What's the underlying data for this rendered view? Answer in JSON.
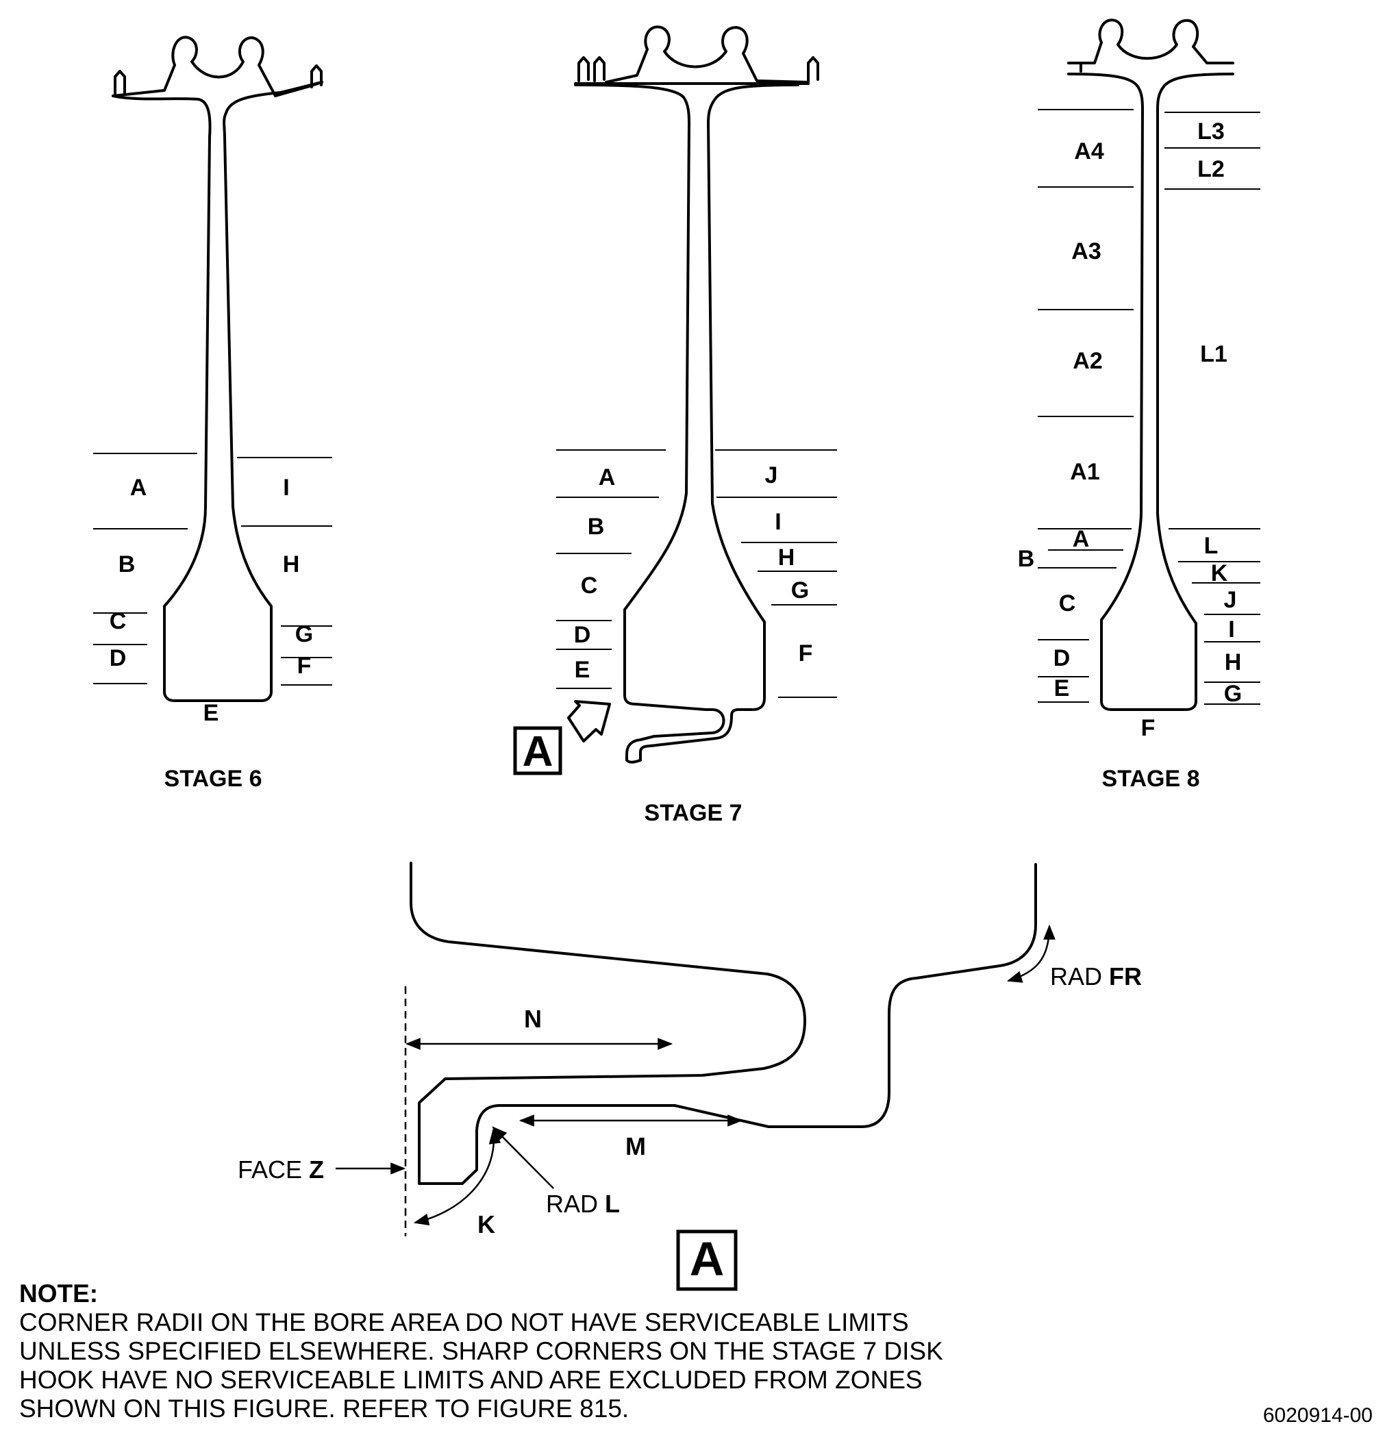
{
  "stages": [
    {
      "title": "STAGE 6",
      "left_zones": [
        "A",
        "B",
        "C",
        "D"
      ],
      "right_zones": [
        "I",
        "H",
        "G",
        "F"
      ],
      "bottom_zone": "E"
    },
    {
      "title": "STAGE 7",
      "left_zones": [
        "A",
        "B",
        "C",
        "D",
        "E"
      ],
      "right_zones": [
        "J",
        "I",
        "H",
        "G",
        "F"
      ],
      "view_marker": "A"
    },
    {
      "title": "STAGE 8",
      "left_zones": [
        "A4",
        "A3",
        "A2",
        "A1",
        "A",
        "B",
        "C",
        "D",
        "E"
      ],
      "right_zones": [
        "L3",
        "L2",
        "L1",
        "L",
        "K",
        "J",
        "I",
        "H",
        "G"
      ],
      "bottom_zone": "F"
    }
  ],
  "detail_a": {
    "title": "A",
    "dimensions": {
      "n": "N",
      "m": "M",
      "k": "K"
    },
    "callouts": {
      "face_prefix": "FACE",
      "face_id": "Z",
      "rad_l_prefix": "RAD",
      "rad_l_id": "L",
      "rad_fr_prefix": "RAD",
      "rad_fr_id": "FR"
    }
  },
  "note": {
    "heading": "NOTE:",
    "text": "CORNER RADII ON THE BORE AREA DO NOT HAVE SERVICEABLE LIMITS\nUNLESS SPECIFIED ELSEWHERE. SHARP CORNERS ON THE STAGE 7 DISK\nHOOK HAVE NO SERVICEABLE LIMITS AND ARE EXCLUDED FROM ZONES\nSHOWN ON THIS FIGURE. REFER TO FIGURE 815."
  },
  "figure_id": "6020914-00"
}
